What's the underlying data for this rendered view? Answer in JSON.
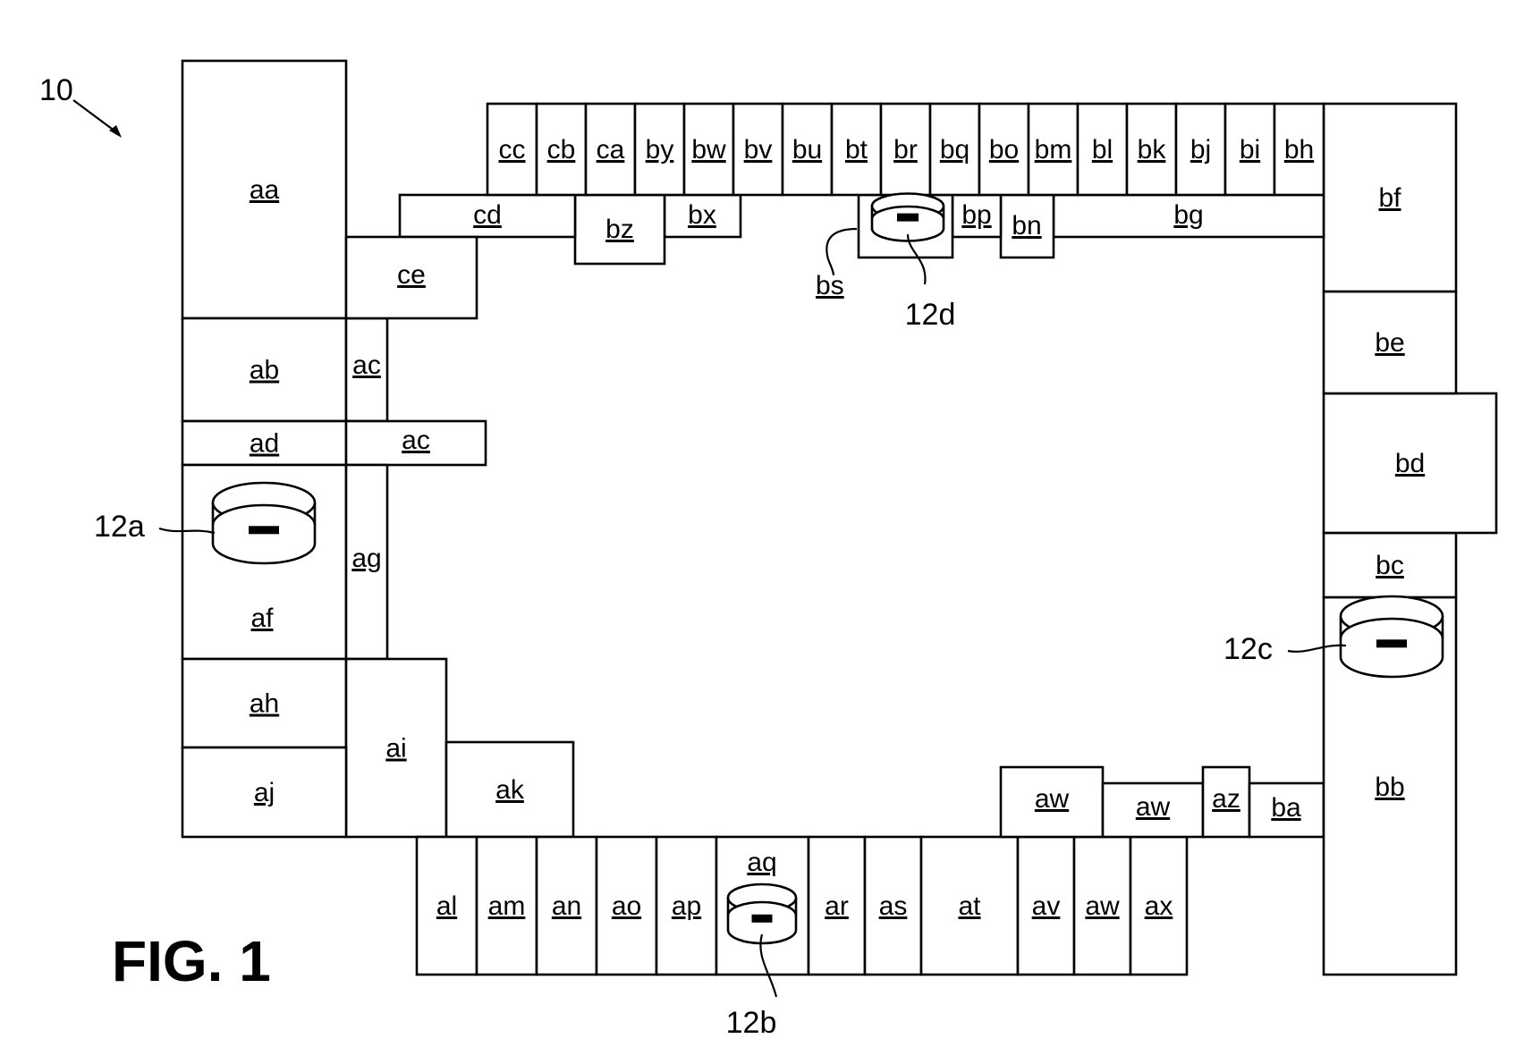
{
  "figure": {
    "label": "FIG. 1",
    "system_ref": "10"
  },
  "rooms": [
    {
      "id": "aa",
      "label": "aa"
    },
    {
      "id": "ab",
      "label": "ab"
    },
    {
      "id": "ac_upper",
      "label": "ac"
    },
    {
      "id": "ad",
      "label": "ad"
    },
    {
      "id": "ac_lower",
      "label": "ac"
    },
    {
      "id": "af",
      "label": "af"
    },
    {
      "id": "ag",
      "label": "ag"
    },
    {
      "id": "ah",
      "label": "ah"
    },
    {
      "id": "ai",
      "label": "ai"
    },
    {
      "id": "aj",
      "label": "aj"
    },
    {
      "id": "ak",
      "label": "ak"
    },
    {
      "id": "al",
      "label": "al"
    },
    {
      "id": "am",
      "label": "am"
    },
    {
      "id": "an",
      "label": "an"
    },
    {
      "id": "ao",
      "label": "ao"
    },
    {
      "id": "ap",
      "label": "ap"
    },
    {
      "id": "aq",
      "label": "aq"
    },
    {
      "id": "ar",
      "label": "ar"
    },
    {
      "id": "as",
      "label": "as"
    },
    {
      "id": "at",
      "label": "at"
    },
    {
      "id": "av",
      "label": "av"
    },
    {
      "id": "aw_bottom",
      "label": "aw"
    },
    {
      "id": "ax",
      "label": "ax"
    },
    {
      "id": "aw_upper1",
      "label": "aw"
    },
    {
      "id": "aw_upper2",
      "label": "aw"
    },
    {
      "id": "az",
      "label": "az"
    },
    {
      "id": "ba",
      "label": "ba"
    },
    {
      "id": "bb",
      "label": "bb"
    },
    {
      "id": "bc",
      "label": "bc"
    },
    {
      "id": "bd",
      "label": "bd"
    },
    {
      "id": "be",
      "label": "be"
    },
    {
      "id": "bf",
      "label": "bf"
    },
    {
      "id": "bg",
      "label": "bg"
    },
    {
      "id": "bn",
      "label": "bn"
    },
    {
      "id": "bp",
      "label": "bp"
    },
    {
      "id": "bs_room",
      "label": ""
    },
    {
      "id": "bx",
      "label": "bx"
    },
    {
      "id": "bz",
      "label": "bz"
    },
    {
      "id": "cd",
      "label": "cd"
    },
    {
      "id": "ce",
      "label": "ce"
    },
    {
      "id": "cc",
      "label": "cc"
    },
    {
      "id": "cb",
      "label": "cb"
    },
    {
      "id": "ca",
      "label": "ca"
    },
    {
      "id": "by",
      "label": "by"
    },
    {
      "id": "bw",
      "label": "bw"
    },
    {
      "id": "bv",
      "label": "bv"
    },
    {
      "id": "bu",
      "label": "bu"
    },
    {
      "id": "bt",
      "label": "bt"
    },
    {
      "id": "br",
      "label": "br"
    },
    {
      "id": "bq",
      "label": "bq"
    },
    {
      "id": "bo",
      "label": "bo"
    },
    {
      "id": "bm",
      "label": "bm"
    },
    {
      "id": "bl",
      "label": "bl"
    },
    {
      "id": "bk",
      "label": "bk"
    },
    {
      "id": "bj",
      "label": "bj"
    },
    {
      "id": "bi",
      "label": "bi"
    },
    {
      "id": "bh",
      "label": "bh"
    }
  ],
  "callouts": {
    "bs": "bs"
  },
  "cameras": [
    {
      "id": "12a",
      "label": "12a"
    },
    {
      "id": "12b",
      "label": "12b"
    },
    {
      "id": "12c",
      "label": "12c"
    },
    {
      "id": "12d",
      "label": "12d"
    }
  ]
}
